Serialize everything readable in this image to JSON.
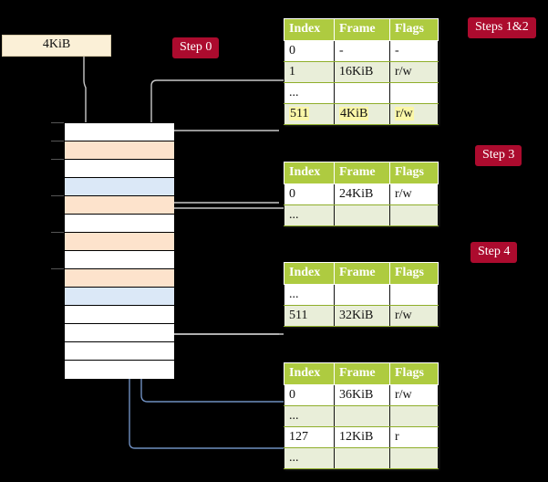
{
  "diagram": {
    "title_labels": {
      "step0": "Step 0",
      "steps12": "Steps 1&2",
      "step3": "Step 3",
      "step4": "Step 4"
    },
    "request": {
      "size_label": "4KiB"
    },
    "table_headers": {
      "index": "Index",
      "frame": "Frame",
      "flags": "Flags"
    },
    "tables": [
      {
        "name": "level4-table",
        "rows": [
          {
            "index": "0",
            "frame": "-",
            "flags": "-",
            "shade": "odd",
            "highlight": false
          },
          {
            "index": "1",
            "frame": "16KiB",
            "flags": "r/w",
            "shade": "even",
            "highlight": false
          },
          {
            "index": "...",
            "frame": "",
            "flags": "",
            "shade": "odd",
            "highlight": false
          },
          {
            "index": "511",
            "frame": "4KiB",
            "flags": "r/w",
            "shade": "even",
            "highlight": true
          }
        ]
      },
      {
        "name": "level3-table",
        "rows": [
          {
            "index": "0",
            "frame": "24KiB",
            "flags": "r/w",
            "shade": "odd",
            "highlight": false
          },
          {
            "index": "...",
            "frame": "",
            "flags": "",
            "shade": "even",
            "highlight": false
          }
        ]
      },
      {
        "name": "level2-table",
        "rows": [
          {
            "index": "...",
            "frame": "",
            "flags": "",
            "shade": "odd",
            "highlight": false
          },
          {
            "index": "511",
            "frame": "32KiB",
            "flags": "r/w",
            "shade": "even",
            "highlight": false
          }
        ]
      },
      {
        "name": "level1-table",
        "rows": [
          {
            "index": "0",
            "frame": "36KiB",
            "flags": "r/w",
            "shade": "odd",
            "highlight": false
          },
          {
            "index": "...",
            "frame": "",
            "flags": "",
            "shade": "even",
            "highlight": false
          },
          {
            "index": "127",
            "frame": "12KiB",
            "flags": "r",
            "shade": "odd",
            "highlight": false
          },
          {
            "index": "...",
            "frame": "",
            "flags": "",
            "shade": "even",
            "highlight": false
          }
        ]
      }
    ],
    "memory_rows": [
      {
        "fill": "white"
      },
      {
        "fill": "peach"
      },
      {
        "fill": "white"
      },
      {
        "fill": "blue"
      },
      {
        "fill": "peach"
      },
      {
        "fill": "white"
      },
      {
        "fill": "peach"
      },
      {
        "fill": "white"
      },
      {
        "fill": "peach"
      },
      {
        "fill": "blue"
      },
      {
        "fill": "white"
      },
      {
        "fill": "white"
      },
      {
        "fill": "white"
      },
      {
        "fill": "white"
      }
    ],
    "colors": {
      "badge": "#ac0b2e",
      "header_green": "#aecb40",
      "row_green": "#e9eed9",
      "highlight_yellow": "#fbf7a8",
      "request_cream": "#fbf0d7",
      "peach": "#fde3cc",
      "blue": "#dbe8f7",
      "wire_gray": "#c9c9c9",
      "wire_blue": "#6f8fc0",
      "background": "#000000"
    }
  }
}
